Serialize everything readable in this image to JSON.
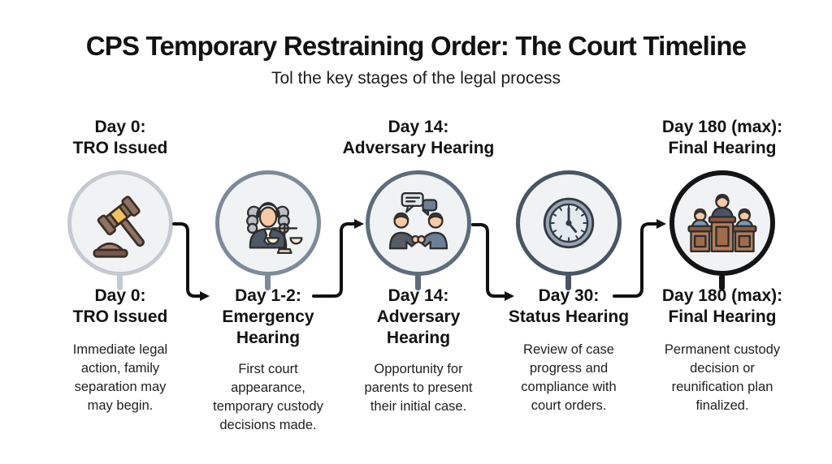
{
  "title": "CPS Temporary Restraining Order: The Court Timeline",
  "subtitle": "Tol the key stages of the legal process",
  "colors": {
    "background": "#ffffff",
    "text": "#121212",
    "connector": "#111111",
    "circle_fill": "#f1f2f3"
  },
  "stages": [
    {
      "id": "tro-issued",
      "top": "Day 0:\nTRO Issued",
      "head": "Day 0:\nTRO Issued",
      "desc": "Immediate legal\naction, family\nseparation may\nmay begin.",
      "icon": "gavel-icon",
      "border": "#c6cad0"
    },
    {
      "id": "emergency-hearing",
      "top": "",
      "head": "Day 1-2:\nEmergency\nHearing",
      "desc": "First court\nappearance,\ntemporary custody\ndecisions made.",
      "icon": "judge-icon",
      "border": "#7e8a99"
    },
    {
      "id": "adversary-hearing",
      "top": "Day 14:\nAdversary Hearing",
      "head": "Day 14:\nAdversary\nHearing",
      "desc": "Opportunity for\nparents to present\ntheir initial case.",
      "icon": "conversation-icon",
      "border": "#5e6c7c"
    },
    {
      "id": "status-hearing",
      "top": "",
      "head": "Day 30:\nStatus Hearing",
      "desc": "Review of case\nprogress and\ncompliance with\ncourt orders.",
      "icon": "clock-icon",
      "border": "#4a5563"
    },
    {
      "id": "final-hearing",
      "top": "Day 180 (max):\nFinal Hearing",
      "head": "Day 180 (max):\nFinal Hearing",
      "desc": "Permanent custody\ndecision or\nreunification plan\nfinalized.",
      "icon": "courtroom-icon",
      "border": "#141414"
    }
  ]
}
